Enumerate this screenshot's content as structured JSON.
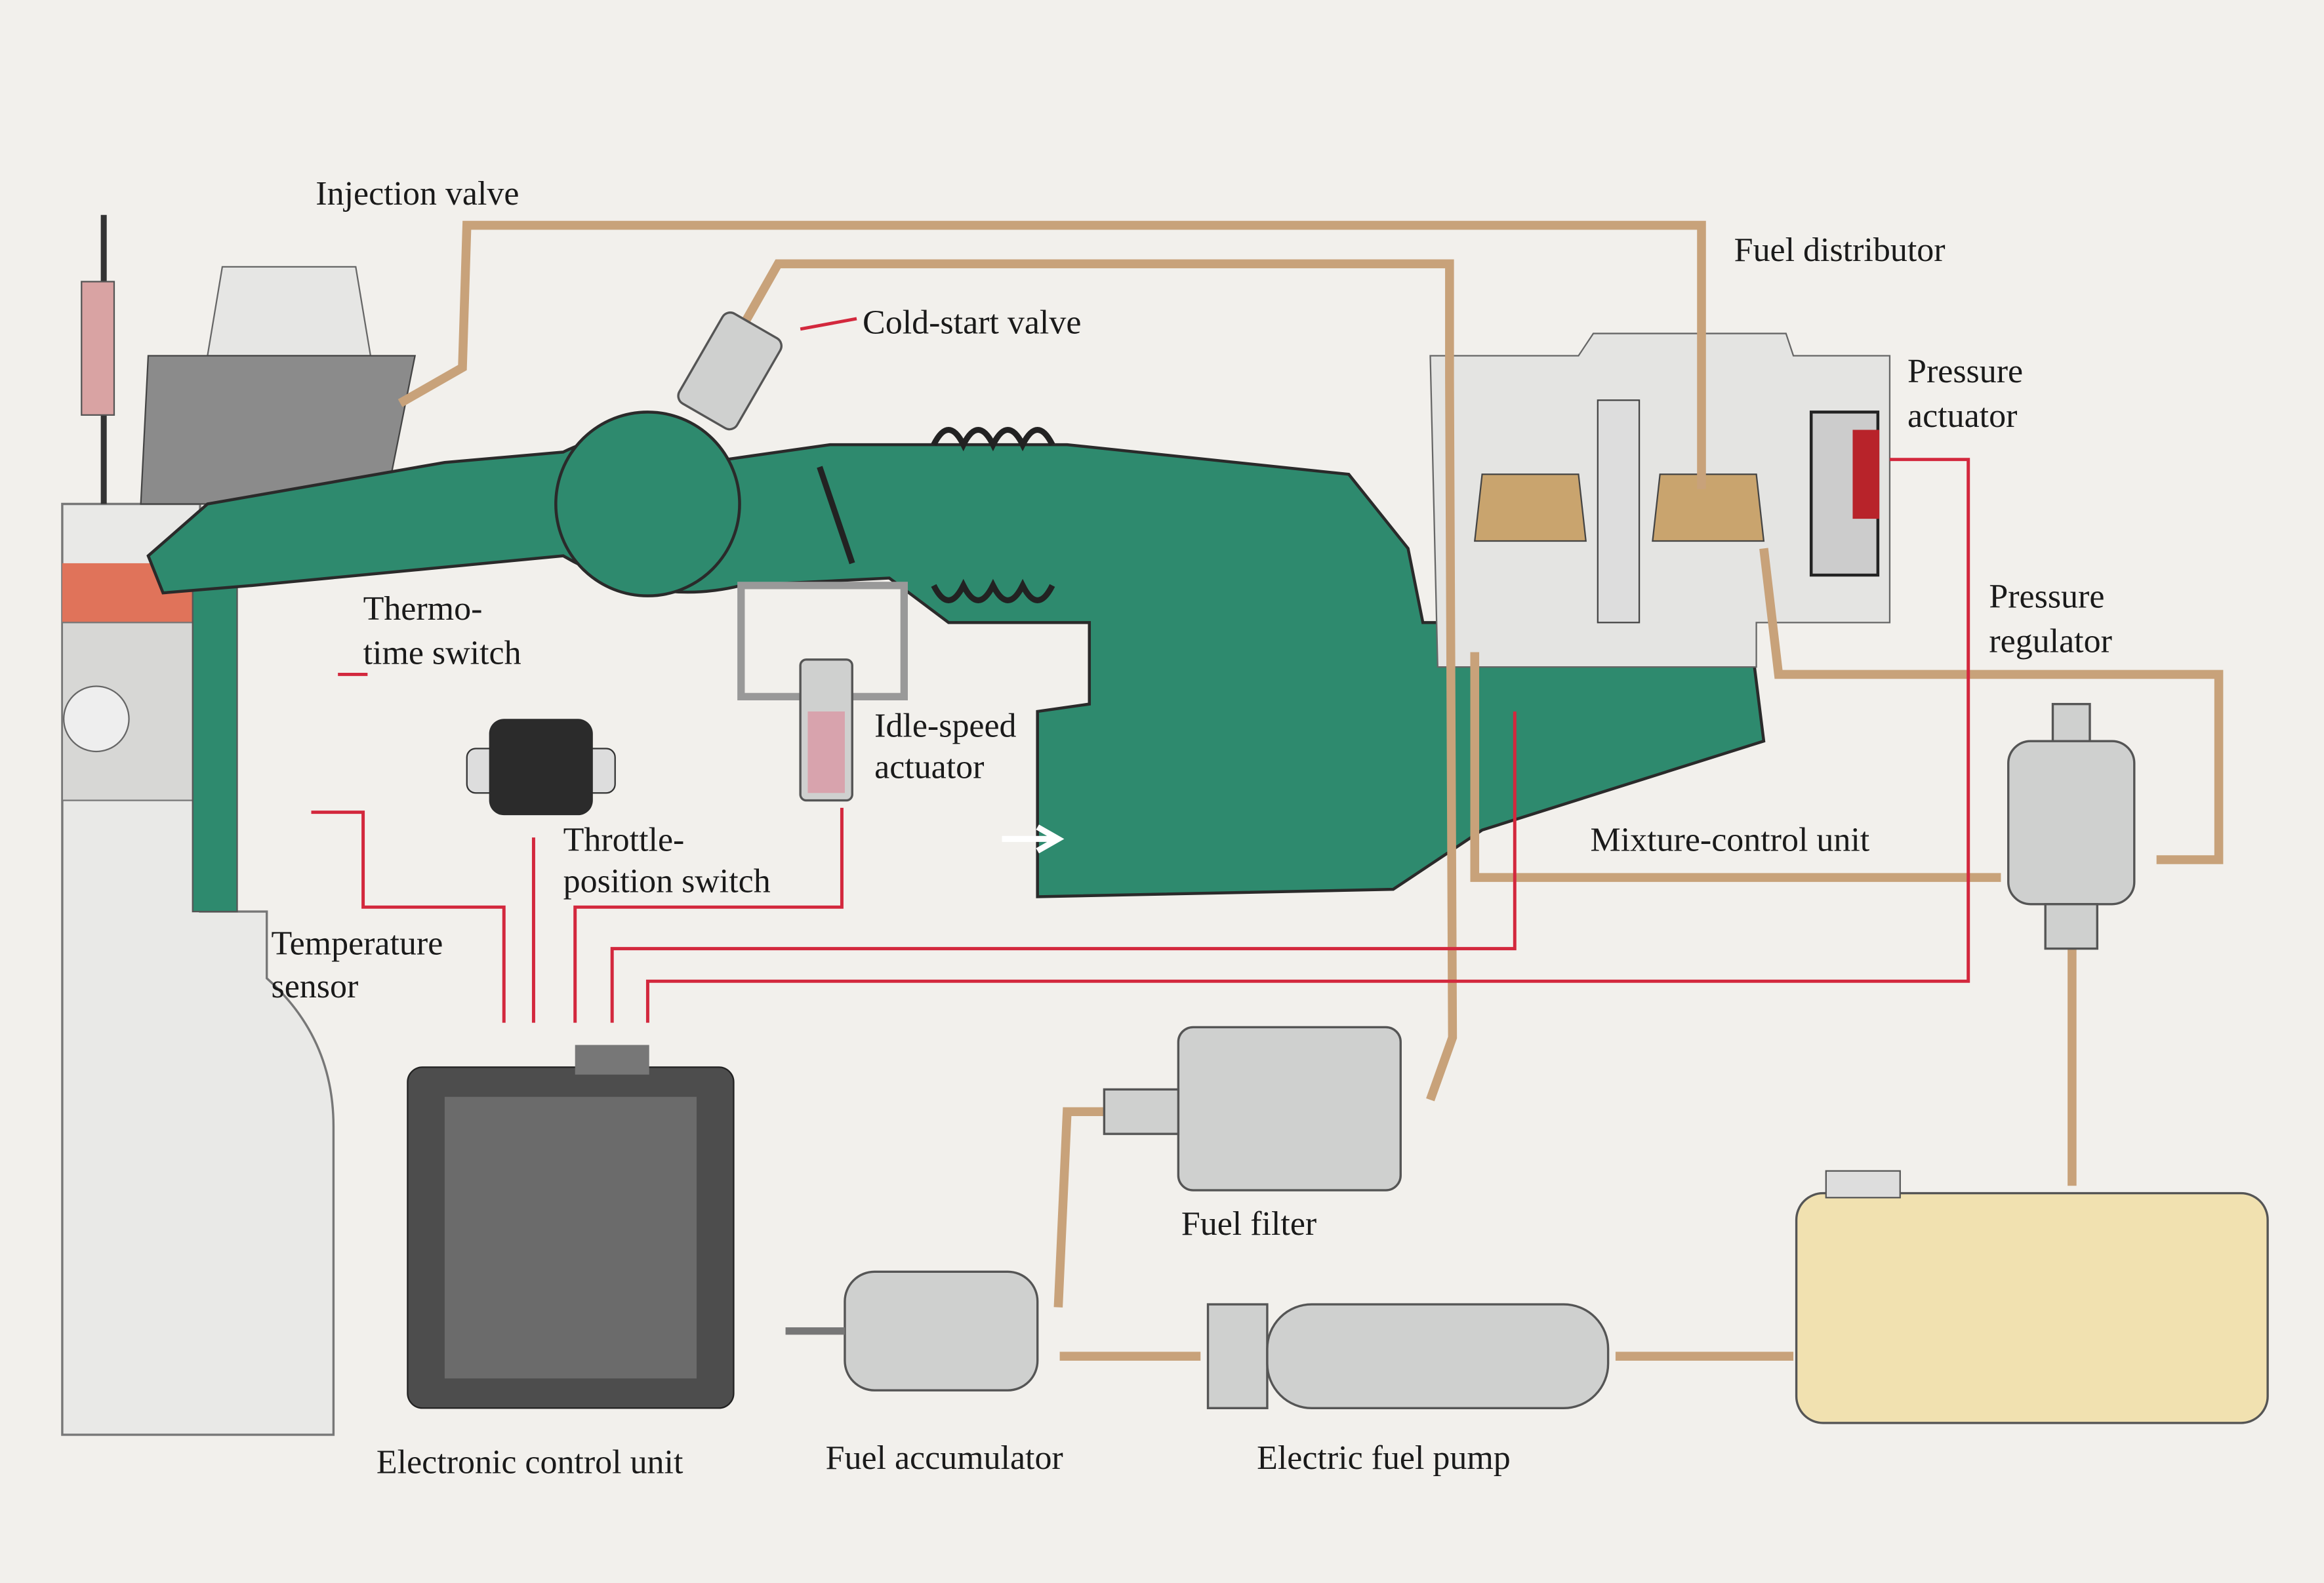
{
  "diagram": {
    "colors": {
      "background": "#f2f0ec",
      "intake_air": "#2e8a6e",
      "fuel_line": "#c8a27a",
      "signal_wire": "#d3283d",
      "fuel_tank": "#f1e1b0"
    },
    "labels": {
      "injection_valve": "Injection valve",
      "fuel_distributor": "Fuel distributor",
      "cold_start_valve": "Cold-start valve",
      "pressure_actuator_1": "Pressure",
      "pressure_actuator_2": "actuator",
      "thermo_time_switch_1": "Thermo-",
      "thermo_time_switch_2": "time switch",
      "pressure_regulator_1": "Pressure",
      "pressure_regulator_2": "regulator",
      "idle_speed_actuator_1": "Idle-speed",
      "idle_speed_actuator_2": "actuator",
      "throttle_position_switch_1": "Throttle-",
      "throttle_position_switch_2": "position switch",
      "mixture_control_unit": "Mixture-control unit",
      "temperature_sensor_1": "Temperature",
      "temperature_sensor_2": "sensor",
      "fuel_filter": "Fuel filter",
      "electronic_control_unit": "Electronic control unit",
      "fuel_accumulator": "Fuel accumulator",
      "electric_fuel_pump": "Electric fuel pump"
    }
  }
}
